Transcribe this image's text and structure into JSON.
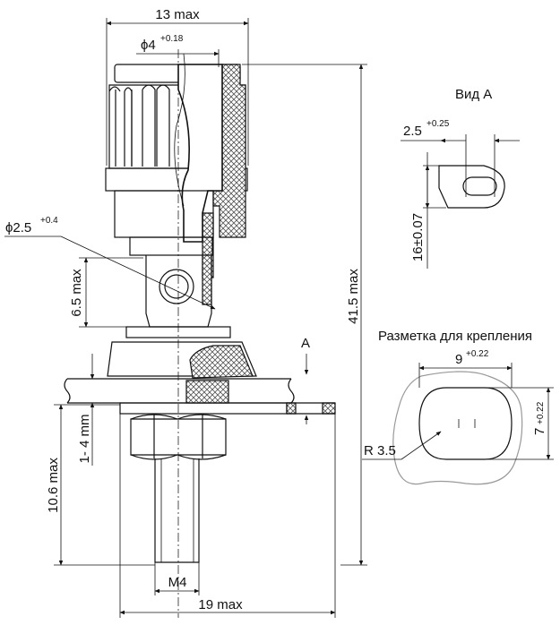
{
  "dimensions": {
    "width_top": "13 max",
    "bore_dia": "ϕ4",
    "bore_tol": "+0.18",
    "hole_dia": "ϕ2.5",
    "hole_tol": "+0.4",
    "hole_span": "6.5 max",
    "total_height": "41.5 max",
    "panel_range": "1- 4 mm",
    "lower_height": "10.6 max",
    "thread": "M4",
    "base_width": "19 max",
    "section_marker": "A"
  },
  "view_a": {
    "title": "Вид А",
    "slot_width": "2.5",
    "slot_width_tol": "+0.25",
    "slot_length": "16±0.07"
  },
  "mounting": {
    "title": "Разметка для крепления",
    "width": "9",
    "width_tol": "+0.22",
    "height": "7",
    "height_tol": "+0.22",
    "radius": "R 3.5"
  }
}
